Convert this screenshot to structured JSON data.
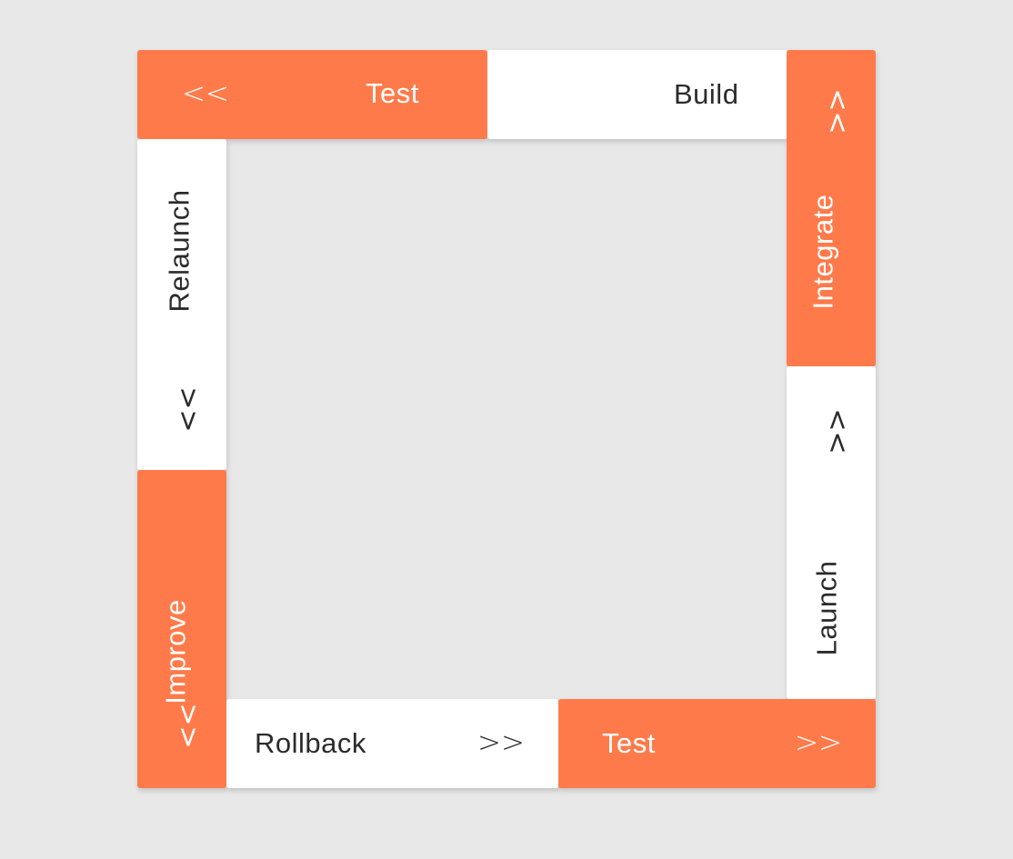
{
  "colors": {
    "background": "#e8e8e8",
    "accent": "#ff7a4a",
    "panel": "#ffffff",
    "text_dark": "#2b2b2b"
  },
  "segments": {
    "top_test": {
      "label": "Test",
      "arrow": "<<"
    },
    "top_build": {
      "label": "Build"
    },
    "right_integrate": {
      "label": "Integrate",
      "arrow": ">>"
    },
    "right_launch": {
      "label": "Launch",
      "arrow": ">>"
    },
    "bottom_test": {
      "label": "Test",
      "arrow": ">>"
    },
    "bottom_rollback": {
      "label": "Rollback",
      "arrow": ">>"
    },
    "left_improve": {
      "label": "Improve",
      "arrow": "<<"
    },
    "left_relaunch": {
      "label": "Relaunch",
      "arrow": "<<"
    }
  }
}
